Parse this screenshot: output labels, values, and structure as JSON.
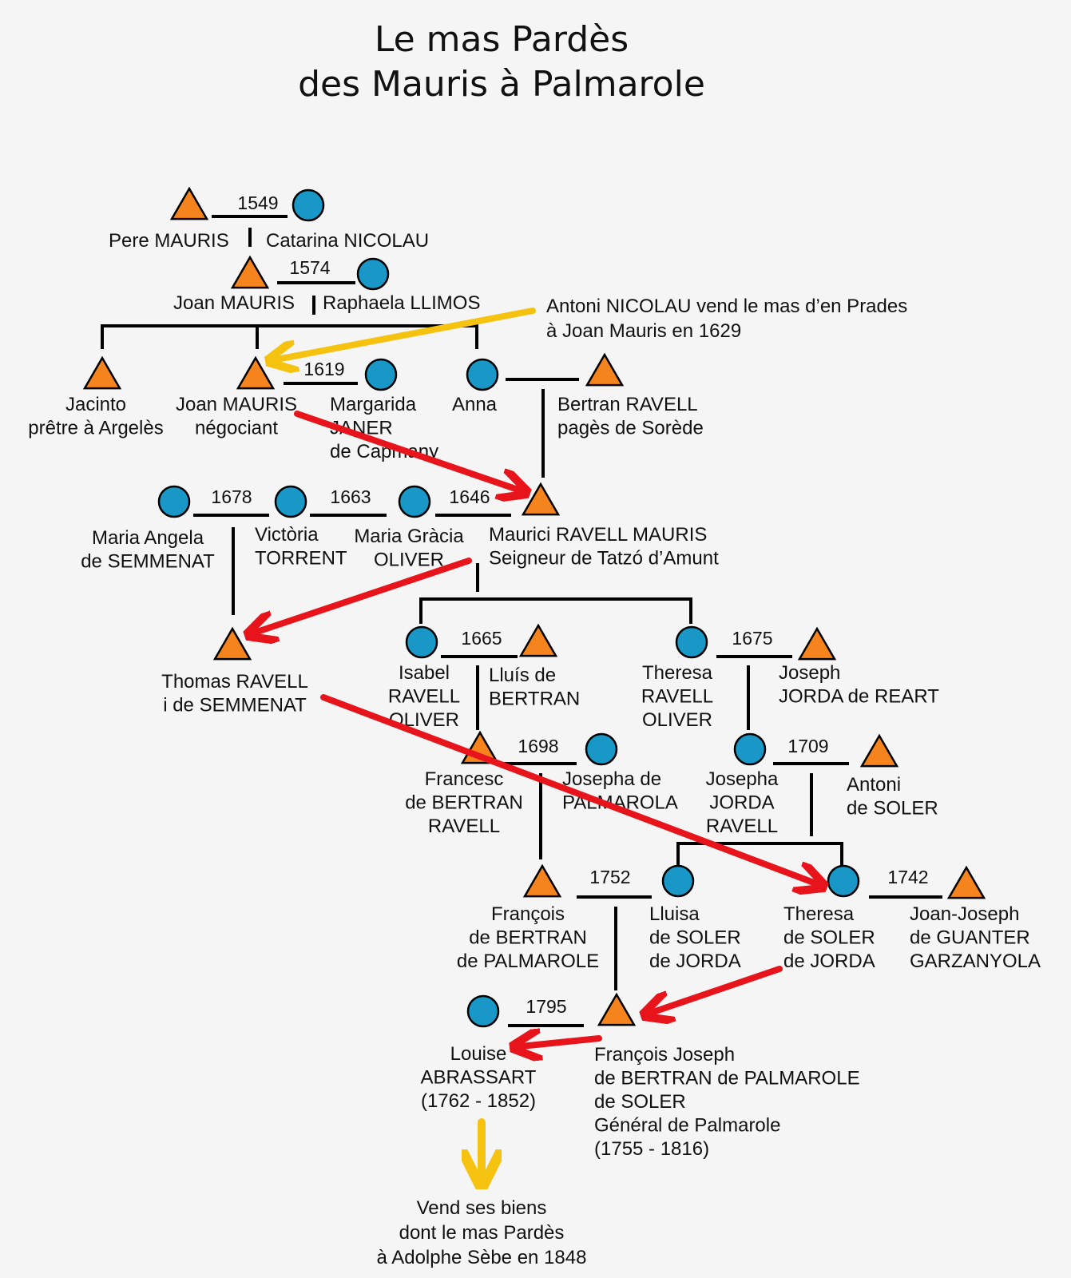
{
  "title": [
    "Le mas Pardès",
    "des Mauris à Palmarole"
  ],
  "colors": {
    "male": "#f5841f",
    "female": "#1998c8",
    "ownership_arrow": "#e8141b",
    "sale_arrow": "#f5c20f",
    "line": "#000000"
  },
  "legend_shapes": {
    "triangle": "male",
    "circle": "female"
  },
  "people": [
    {
      "id": "pere",
      "shape": "triangle",
      "lines": [
        "Pere MAURIS"
      ]
    },
    {
      "id": "catarina",
      "shape": "circle",
      "lines": [
        "Catarina NICOLAU"
      ]
    },
    {
      "id": "joan1",
      "shape": "triangle",
      "lines": [
        "Joan MAURIS"
      ]
    },
    {
      "id": "raphaela",
      "shape": "circle",
      "lines": [
        "Raphaela LLIMOS"
      ]
    },
    {
      "id": "jacinto",
      "shape": "triangle",
      "lines": [
        "Jacinto",
        "prêtre à Argelès"
      ]
    },
    {
      "id": "joan2",
      "shape": "triangle",
      "lines": [
        "Joan MAURIS",
        "négociant"
      ]
    },
    {
      "id": "margarida",
      "shape": "circle",
      "lines": [
        "Margarida",
        "JANER",
        "de Capmany"
      ]
    },
    {
      "id": "anna",
      "shape": "circle",
      "lines": [
        "Anna"
      ]
    },
    {
      "id": "bertran",
      "shape": "triangle",
      "lines": [
        "Bertran RAVELL",
        "pagès de Sorède"
      ]
    },
    {
      "id": "mariaangela",
      "shape": "circle",
      "lines": [
        "Maria Angela",
        "de SEMMENAT"
      ]
    },
    {
      "id": "victoria",
      "shape": "circle",
      "lines": [
        "Victòria",
        "TORRENT"
      ]
    },
    {
      "id": "mariagracia",
      "shape": "circle",
      "lines": [
        "Maria Gràcia",
        "OLIVER"
      ]
    },
    {
      "id": "maurici",
      "shape": "triangle",
      "lines": [
        "Maurici RAVELL MAURIS",
        "Seigneur de Tatzó d’Amunt"
      ]
    },
    {
      "id": "thomas",
      "shape": "triangle",
      "lines": [
        "Thomas RAVELL",
        "i de SEMMENAT"
      ]
    },
    {
      "id": "isabel",
      "shape": "circle",
      "lines": [
        "Isabel",
        "RAVELL",
        "OLIVER"
      ]
    },
    {
      "id": "lluis",
      "shape": "triangle",
      "lines": [
        "Lluís de",
        "BERTRAN"
      ]
    },
    {
      "id": "theresa1",
      "shape": "circle",
      "lines": [
        "Theresa",
        "RAVELL",
        "OLIVER"
      ]
    },
    {
      "id": "joseph",
      "shape": "triangle",
      "lines": [
        "Joseph",
        "JORDA  de REART"
      ]
    },
    {
      "id": "francesc",
      "shape": "triangle",
      "lines": [
        "Francesc",
        "de BERTRAN",
        "RAVELL"
      ]
    },
    {
      "id": "josepha1",
      "shape": "circle",
      "lines": [
        "Josepha de",
        "PALMAROLA"
      ]
    },
    {
      "id": "josepha2",
      "shape": "circle",
      "lines": [
        "Josepha",
        "JORDA",
        "RAVELL"
      ]
    },
    {
      "id": "antoni",
      "shape": "triangle",
      "lines": [
        "Antoni",
        "de SOLER"
      ]
    },
    {
      "id": "francois1",
      "shape": "triangle",
      "lines": [
        "François",
        "de BERTRAN",
        "de PALMAROLE"
      ]
    },
    {
      "id": "lluisa",
      "shape": "circle",
      "lines": [
        "Lluisa",
        "de SOLER",
        "de JORDA"
      ]
    },
    {
      "id": "theresa2",
      "shape": "circle",
      "lines": [
        "Theresa",
        "de SOLER",
        "de JORDA"
      ]
    },
    {
      "id": "joanjoseph",
      "shape": "triangle",
      "lines": [
        "Joan-Joseph",
        "de GUANTER",
        "GARZANYOLA"
      ]
    },
    {
      "id": "louise",
      "shape": "circle",
      "lines": [
        "Louise",
        "ABRASSART",
        "(1762 - 1852)"
      ]
    },
    {
      "id": "francois2",
      "shape": "triangle",
      "lines": [
        "François Joseph",
        "de BERTRAN de PALMAROLE",
        "de SOLER",
        "Général de Palmarole",
        "(1755 - 1816)"
      ]
    }
  ],
  "marriages": [
    {
      "year": "1549",
      "partners": [
        "pere",
        "catarina"
      ]
    },
    {
      "year": "1574",
      "partners": [
        "joan1",
        "raphaela"
      ]
    },
    {
      "year": "1619",
      "partners": [
        "joan2",
        "margarida"
      ]
    },
    {
      "year": "",
      "partners": [
        "anna",
        "bertran"
      ]
    },
    {
      "year": "1678",
      "partners": [
        "mariaangela",
        "maurici"
      ]
    },
    {
      "year": "1663",
      "partners": [
        "victoria",
        "maurici"
      ]
    },
    {
      "year": "1646",
      "partners": [
        "mariagracia",
        "maurici"
      ]
    },
    {
      "year": "1665",
      "partners": [
        "isabel",
        "lluis"
      ]
    },
    {
      "year": "1675",
      "partners": [
        "theresa1",
        "joseph"
      ]
    },
    {
      "year": "1698",
      "partners": [
        "francesc",
        "josepha1"
      ]
    },
    {
      "year": "1709",
      "partners": [
        "josepha2",
        "antoni"
      ]
    },
    {
      "year": "1752",
      "partners": [
        "francois1",
        "lluisa"
      ]
    },
    {
      "year": "1742",
      "partners": [
        "theresa2",
        "joanjoseph"
      ]
    },
    {
      "year": "1795",
      "partners": [
        "louise",
        "francois2"
      ]
    }
  ],
  "annotations": {
    "nicolau_sale": [
      "Antoni NICOLAU vend le mas d’en Prades",
      "à Joan Mauris en 1629"
    ],
    "final_sale": [
      "Vend ses biens",
      "dont le mas Pardès",
      "à Adolphe Sèbe en 1848"
    ]
  },
  "ownership_transfers": [
    [
      "joan2",
      "maurici"
    ],
    [
      "maurici",
      "thomas"
    ],
    [
      "thomas",
      "theresa2"
    ],
    [
      "theresa2",
      "francois2"
    ],
    [
      "francois2",
      "louise"
    ]
  ]
}
